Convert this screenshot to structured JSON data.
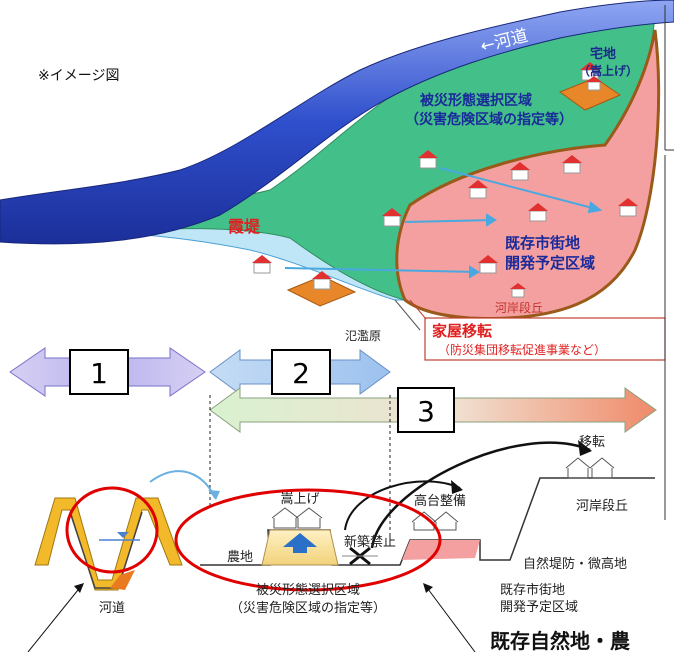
{
  "note": "※イメージ図",
  "river_channel_label": "←河道",
  "residential_label": "宅地",
  "residential_raised": "（嵩上げ）",
  "zone_select_line1": "被災形態選択区域",
  "zone_select_line2": "（災害危険区域の指定等）",
  "kasumi_tei": "霞堤",
  "existing_city_line1": "既存市街地",
  "existing_city_line2": "開発予定区域",
  "river_terrace_top": "河岸段丘",
  "floodplain": "氾濫原",
  "relocation_line1": "家屋移転",
  "relocation_line2": "（防災集団移転促進事業など）",
  "section_1": "1",
  "section_2": "2",
  "section_3": "3",
  "raise": "嵩上げ",
  "highland": "高台整備",
  "relocate": "移転",
  "terrace_right": "河岸段丘",
  "farmland": "農地",
  "no_new_build": "新築禁止",
  "natural_levee": "自然堤防・微高地",
  "river_bottom": "河道",
  "bottom_zone_line1": "被災形態選択区域",
  "bottom_zone_line2": "（災害危険区域の指定等）",
  "bottom_city_line1": "既存市街地",
  "bottom_city_line2": "開発予定区域",
  "bottom_cut_label": "既存自然地・農",
  "colors": {
    "river": "#3a5bd0",
    "green_zone": "#4fc28a",
    "pink_zone": "#f59a9a",
    "light_blue": "#bfe6f7",
    "arrow_red": "#e8533a",
    "arrow_blue": "#8fb0e8",
    "highlight_red": "#e00000"
  }
}
